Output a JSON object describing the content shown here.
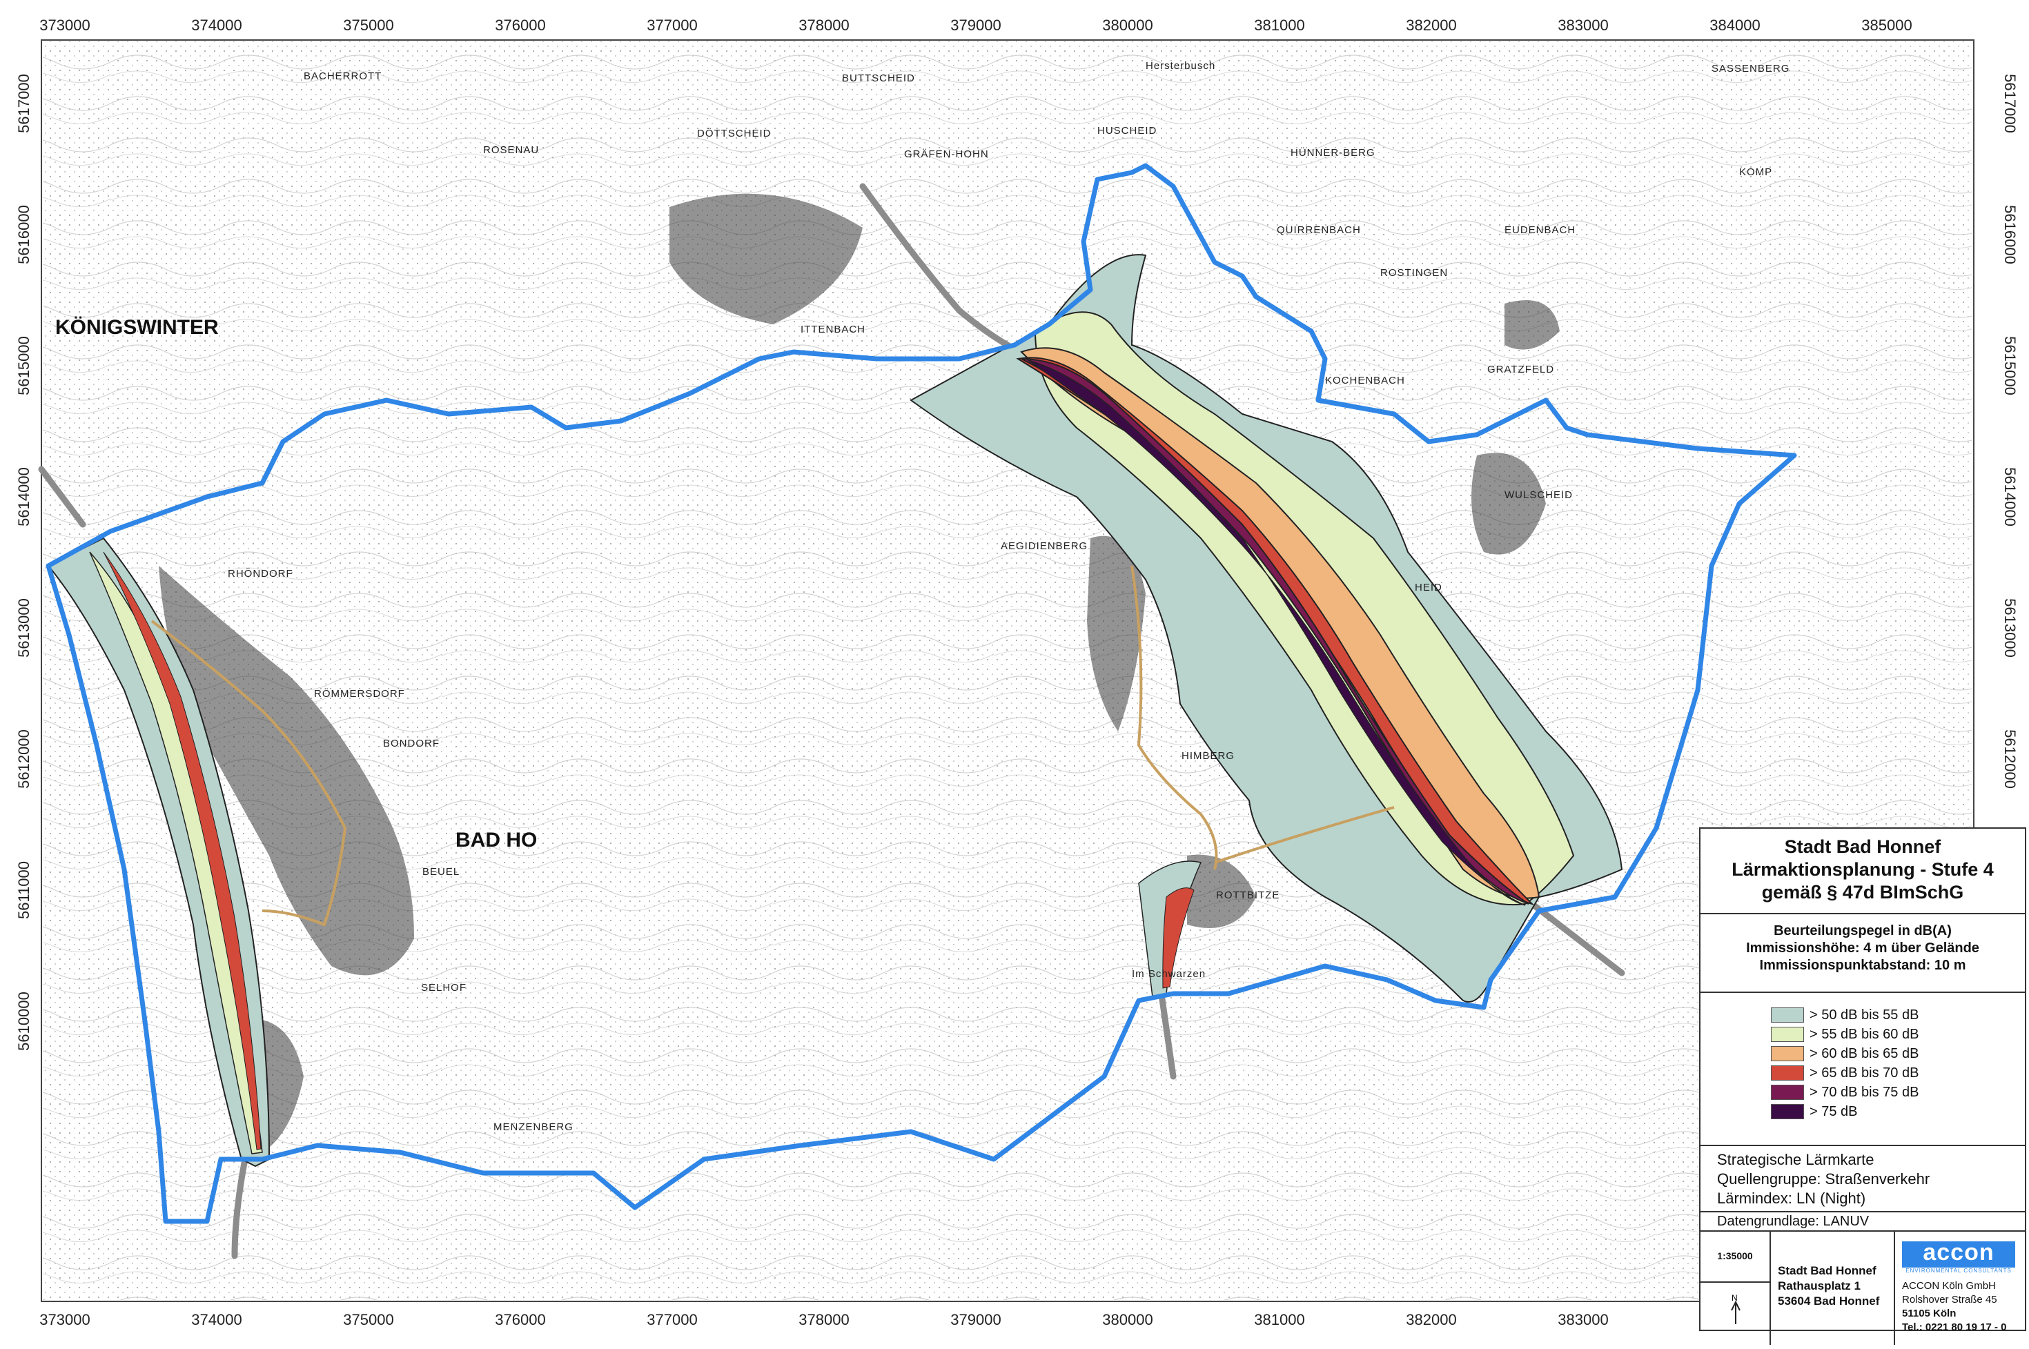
{
  "map": {
    "x_ticks": [
      "373000",
      "374000",
      "375000",
      "376000",
      "377000",
      "378000",
      "379000",
      "380000",
      "381000",
      "382000",
      "383000",
      "384000",
      "385000"
    ],
    "x_ticks_bottom": [
      "373000",
      "374000",
      "375000",
      "376000",
      "377000",
      "378000",
      "379000",
      "380000",
      "381000",
      "382000",
      "383000"
    ],
    "y_ticks": [
      "5617000",
      "5616000",
      "5615000",
      "5614000",
      "5613000",
      "5612000",
      "5611000",
      "5610000"
    ],
    "places": {
      "koenigswinter": "KÖNIGSWINTER",
      "bad_honnef": "BAD HO",
      "bacherrott": "BACHERROTT",
      "buttscheid": "BUTTSCHEID",
      "dottscheid": "DÖTTSCHEID",
      "graefenhohn": "GRÄFEN-HOHN",
      "huscheid": "HUSCHEID",
      "hunnerberg": "HÜNNER-BERG",
      "quirrenbach": "QUIRRENBACH",
      "eudenbach": "EUDENBACH",
      "ittenbach": "ITTENBACH",
      "aegidienberg": "AEGIDIENBERG",
      "rhondorf": "RHÖNDORF",
      "rommersdorf": "RÖMMERSDORF",
      "bondorf": "BONDORF",
      "selhof": "SELHOF",
      "menzenberg": "MENZENBERG",
      "himberg": "HIMBERG",
      "rottbitze": "ROTTBITZE",
      "wulscheid": "WULSCHEID",
      "rostingen": "ROSTINGEN",
      "kochenbach": "KOCHENBACH",
      "gratzfeld": "GRATZFELD",
      "heid": "HEID",
      "rosenau": "ROSENAU",
      "beuel": "BEUEL",
      "komp": "KOMP",
      "sassenberg": "SASSENBERG",
      "hersterbusch": "Hersterbusch",
      "schwarzes": "Im Schwarzen"
    },
    "colors": {
      "boundary": "#2f86e6",
      "motorway": "#8c8c8c",
      "c50_55": "#b9d3cd",
      "c55_60": "#e2efbf",
      "c60_65": "#f1b57e",
      "c65_70": "#d3493a",
      "c70_75": "#7a1a52",
      "c75": "#3b0b46"
    }
  },
  "legend": {
    "title_lines": [
      "Stadt Bad Honnef",
      "Lärmaktionsplanung - Stufe 4",
      "gemäß § 47d BImSchG"
    ],
    "sub_lines": [
      "Beurteilungspegel in dB(A)",
      "Immissionshöhe: 4 m über Gelände",
      "Immissionspunktabstand: 10 m"
    ],
    "classes": [
      {
        "label": "> 50 dB bis 55 dB",
        "color": "#b9d3cd"
      },
      {
        "label": "> 55 dB bis 60 dB",
        "color": "#e2efbf"
      },
      {
        "label": "> 60 dB bis 65 dB",
        "color": "#f1b57e"
      },
      {
        "label": "> 65 dB bis 70 dB",
        "color": "#d3493a"
      },
      {
        "label": "> 70 dB bis 75 dB",
        "color": "#7a1a52"
      },
      {
        "label": "> 75 dB",
        "color": "#3b0b46"
      }
    ],
    "info_lines": [
      "Strategische Lärmkarte",
      "Quellengruppe: Straßenverkehr",
      "Lärmindex: LN (Night)"
    ],
    "data_basis": "Datengrundlage: LANUV",
    "scale": "1:35000",
    "client_lines": [
      "Stadt Bad Honnef",
      "Rathausplatz 1",
      "53604 Bad Honnef"
    ],
    "company_logo": "accon",
    "company_logo_sub": "ENVIRONMENTAL CONSULTANTS",
    "company_lines": [
      "ACCON Köln GmbH",
      "Rolshover Straße 45",
      "51105 Köln",
      "Tel.: 0221 80 19 17 - 0"
    ],
    "north_symbol": "north-arrow-icon"
  }
}
